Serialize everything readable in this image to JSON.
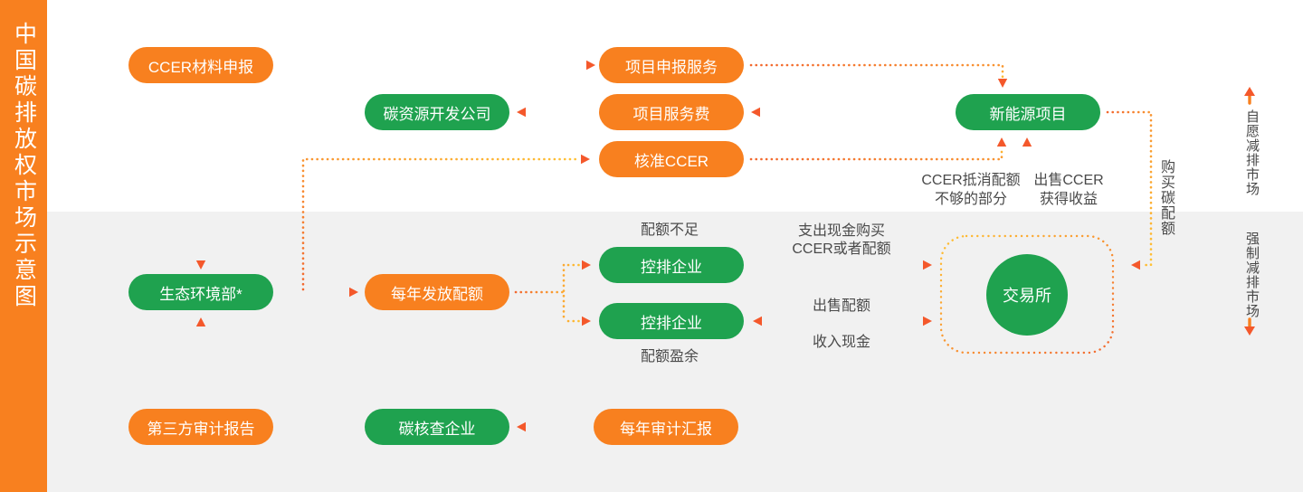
{
  "sidebar": {
    "title": "中国碳排放权市场示意图"
  },
  "nodes": {
    "ccer_material": "CCER材料申报",
    "project_apply": "项目申报服务",
    "carbon_dev": "碳资源开发公司",
    "project_fee": "项目服务费",
    "new_energy": "新能源项目",
    "approved_ccer": "核准CCER",
    "mee": "生态环境部*",
    "annual_quota": "每年发放配额",
    "controlled_short": "控排企业",
    "controlled_surplus": "控排企业",
    "exchange": "交易所",
    "third_party_audit": "第三方审计报告",
    "carbon_verifier": "碳核查企业",
    "annual_audit": "每年审计汇报"
  },
  "annotations": {
    "quota_short": "配额不足",
    "quota_surplus": "配额盈余",
    "pay_cash_line1": "支出现金购买",
    "pay_cash_line2": "CCER或者配额",
    "sell_quota": "出售配额",
    "income_cash": "收入现金",
    "ccer_offset_line1": "CCER抵消配额",
    "ccer_offset_line2": "不够的部分",
    "sell_ccer_line1": "出售CCER",
    "sell_ccer_line2": "获得收益",
    "buy_quota": "购买碳配额"
  },
  "markets": {
    "voluntary": "自愿减排市场",
    "mandatory": "强制减排市场"
  },
  "colors": {
    "orange": "#F8801F",
    "green": "#1FA24F",
    "lower_bg": "#F1F1F1",
    "dot_orange": "#F2672E",
    "dot_yellow": "#FFC133",
    "arrowhead": "#F4582B"
  }
}
